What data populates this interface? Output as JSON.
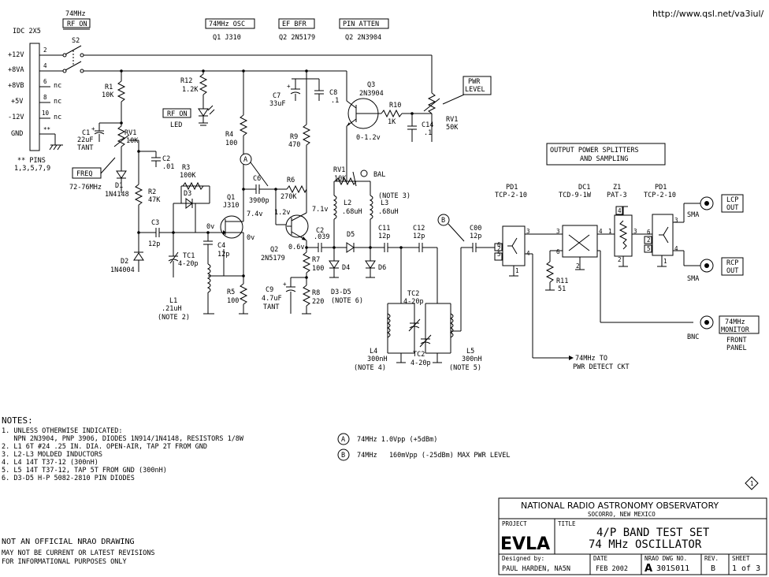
{
  "url": "http://www.qsl.net/va3iul/",
  "header": {
    "rf_on_freq": "74MHz",
    "rf_on": "RF ON",
    "osc_title": "74MHz OSC",
    "osc_part": "Q1 J310",
    "bfr_title": "EF BFR",
    "bfr_part": "Q2 2N5179",
    "atten_title": "PIN ATTEN",
    "atten_part": "Q2 2N3904"
  },
  "connector": {
    "title": "IDC 2X5",
    "switch": "S2",
    "pins": [
      {
        "label": "+12V",
        "num": "2",
        "note": ""
      },
      {
        "label": "+8VA",
        "num": "4",
        "note": ""
      },
      {
        "label": "+8VB",
        "num": "6",
        "note": "nc"
      },
      {
        "label": "+5V",
        "num": "8",
        "note": "nc"
      },
      {
        "label": "-12V",
        "num": "10",
        "note": "nc"
      },
      {
        "label": "GND",
        "num": "**",
        "note": ""
      }
    ],
    "pins_note_1": "** PINS",
    "pins_note_2": "1,3,5,7,9"
  },
  "components": {
    "R1": "R1",
    "R1v": "10K",
    "C1": "C1",
    "C1v": "22uF",
    "C1t": "TANT",
    "RV1a": "RV1",
    "RV1av": "10K",
    "freq": "FREQ",
    "freq_range": "72-76MHz",
    "D1": "D1",
    "D1v": "1N4148",
    "C2": "C2",
    "C2v": ".01",
    "R2": "R2",
    "R2v": "47K",
    "C3": "C3",
    "C3v": "12p",
    "D2": "D2",
    "D2v": "1N4004",
    "R3": "R3",
    "R3v": "100K",
    "D3": "D3",
    "TC1": "TC1",
    "TC1v": "4-20p",
    "L1": "L1",
    "L1v": ".21uH",
    "L1n": "(NOTE 2)",
    "C4": "C4",
    "C4v": "12p",
    "R12": "R12",
    "R12v": "1.2K",
    "rfon_led": "RF ON",
    "led": "LED",
    "R4": "R4",
    "R4v": "100",
    "Q1": "Q1",
    "Q1v": "J310",
    "C6": "C6",
    "C6v": "3900p",
    "R5": "R5",
    "R5v": "100",
    "C7": "C7",
    "C7v": "33uF",
    "C8": "C8",
    "C8v": ".1",
    "R9": "R9",
    "R9v": "470",
    "R6": "R6",
    "R6v": "270K",
    "Q2": "Q2",
    "Q2v": "2N5179",
    "C2b": "C2",
    "C2bv": ".039",
    "R7": "R7",
    "R7v": "100",
    "C9": "C9",
    "C9v": "4.7uF",
    "C9t": "TANT",
    "R8": "R8",
    "R8v": "220",
    "Q3": "Q3",
    "Q3v": "2N3904",
    "R10": "R10",
    "R10v": "1K",
    "C14": "C14",
    "C14v": ".1",
    "RV1c": "RV1",
    "RV1cv": "50K",
    "pwr_level_1": "PWR",
    "pwr_level_2": "LEVEL",
    "q3_bias": "0-1.2v",
    "RV1b": "RV1",
    "RV1bv": "10K",
    "bal": "BAL",
    "L2": "L2",
    "L2v": ".68uH",
    "L3": "L3",
    "L3v": ".68uH",
    "L3n": "(NOTE 3)",
    "D5": "D5",
    "D4": "D4",
    "D6": "D6",
    "D3D5": "D3-D5",
    "D3D5n": "(NOTE 6)",
    "C11": "C11",
    "C11v": "12p",
    "C12": "C12",
    "C12v": "12p",
    "TC2a": "TC2",
    "TC2av": "4-20p",
    "L4": "L4",
    "L4v": "300nH",
    "L4n": "(NOTE 4)",
    "TC2b": "TC2",
    "TC2bv": "4-20p",
    "L5": "L5",
    "L5v": "300nH",
    "L5n": "(NOTE 5)",
    "C00": "C00",
    "C00v": "12p",
    "v_74a": "7.4v",
    "v_0a": "0v",
    "v_0b": "0v",
    "v_12": "1.2v",
    "v_71": "7.1v",
    "v_06": "0.6v"
  },
  "rf_path": {
    "splitters_title_1": "OUTPUT POWER SPLITTERS",
    "splitters_title_2": "AND SAMPLING",
    "pd1a": "PD1",
    "pd1a_part": "TCP-2-10",
    "dc1": "DC1",
    "dc1_part": "TCD-9-1W",
    "z1": "Z1",
    "z1_part": "PAT-3",
    "pd1b": "PD1",
    "pd1b_part": "TCP-2-10",
    "R11": "R11",
    "R11v": "51",
    "sma1": "SMA",
    "lcp_1": "LCP",
    "lcp_2": "OUT",
    "sma2": "SMA",
    "rcp_1": "RCP",
    "rcp_2": "OUT",
    "bnc": "BNC",
    "mon_1": "74MHz",
    "mon_2": "MONITOR",
    "front_1": "FRONT",
    "front_2": "PANEL",
    "pwr_detect_1": "74MHz TO",
    "pwr_detect_2": "PWR DETECT CKT"
  },
  "notes": {
    "heading": "NOTES:",
    "lines": [
      "1. UNLESS OTHERWISE INDICATED:",
      "   NPN 2N3904, PNP 3906, DIODES 1N914/1N4148, RESISTORS 1/8W",
      "2. L1 6T #24 .25 IN. DIA. OPEN-AIR, TAP 2T FROM GND",
      "3. L2-L3 MOLDED INDUCTORS",
      "4. L4 14T T37-12 (300nH)",
      "5. L5 14T T37-12, TAP 5T FROM GND (300nH)",
      "6. D3-D5 H-P 5082-2810 PIN DIODES"
    ],
    "test_a_marker": "A",
    "test_a": "74MHz 1.0Vpp (+5dBm)",
    "test_b_marker": "B",
    "test_b": "74MHz   160mVpp (-25dBm) MAX PWR LEVEL",
    "disclaimer_1": "NOT AN OFFICIAL NRAO DRAWING",
    "disclaimer_2": "MAY NOT BE CURRENT OR LATEST REVISIONS",
    "disclaimer_3": "FOR INFORMATIONAL PURPOSES ONLY"
  },
  "title_block": {
    "revision_marker": "1",
    "org": "NATIONAL RADIO ASTRONOMY OBSERVATORY",
    "location": "SOCORRO, NEW MEXICO",
    "project_label": "PROJECT",
    "project": "EVLA",
    "title_label": "TITLE",
    "title_1": "4/P BAND TEST SET",
    "title_2": "74 MHz OSCILLATOR",
    "designed_label": "Designed by:",
    "designer": "PAUL HARDEN, NA5N",
    "date_label": "DATE",
    "date": "FEB 2002",
    "dwg_label": "NRAO DWG NO.",
    "dwg_size": "A",
    "dwg_no": "301S011",
    "rev_label": "REV.",
    "rev": "B",
    "sheet_label": "SHEET",
    "sheet": "1 of 3"
  }
}
